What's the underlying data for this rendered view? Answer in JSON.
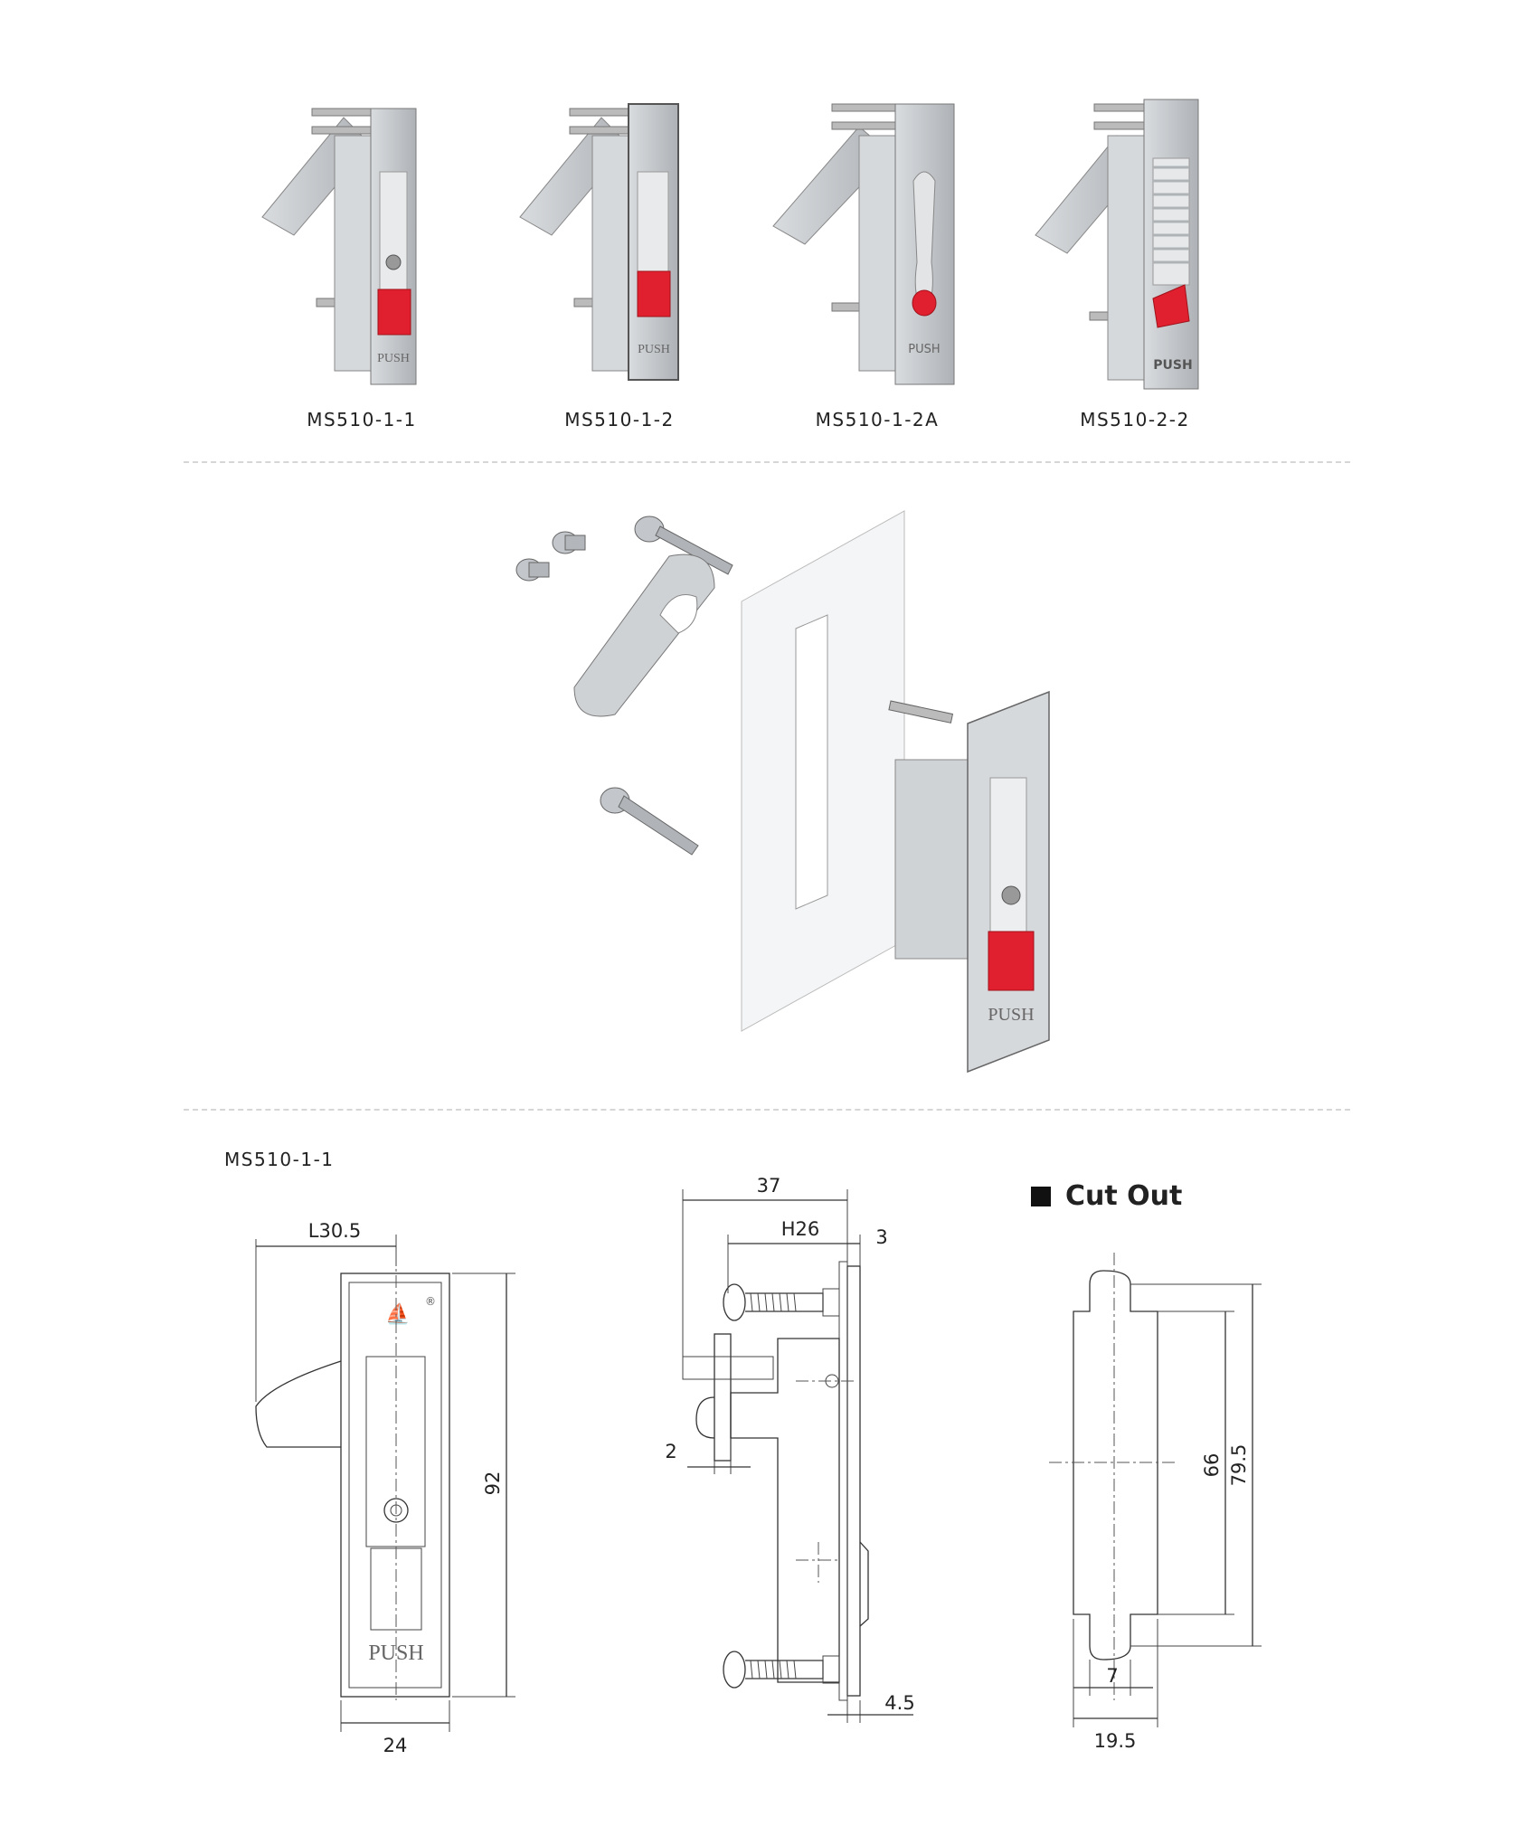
{
  "products": [
    {
      "id": "p1",
      "label": "MS510-1-1"
    },
    {
      "id": "p2",
      "label": "MS510-1-2"
    },
    {
      "id": "p3",
      "label": "MS510-1-2A"
    },
    {
      "id": "p4",
      "label": "MS510-2-2"
    }
  ],
  "plate_text": {
    "push": "PUSH",
    "registered": "®"
  },
  "drawing": {
    "model_label": "MS510-1-1",
    "front": {
      "length_label": "L30.5",
      "height": "92",
      "width": "24"
    },
    "side": {
      "overall": "37",
      "handle": "H26",
      "plate": "3",
      "offset": "2",
      "depth": "4.5"
    },
    "cutout": {
      "title": "Cut Out",
      "height_inner": "66",
      "height_outer": "79.5",
      "tab_width": "7",
      "width": "19.5"
    }
  },
  "colors": {
    "accent_red": "#e0202e",
    "metal": "#c9ccd0"
  }
}
